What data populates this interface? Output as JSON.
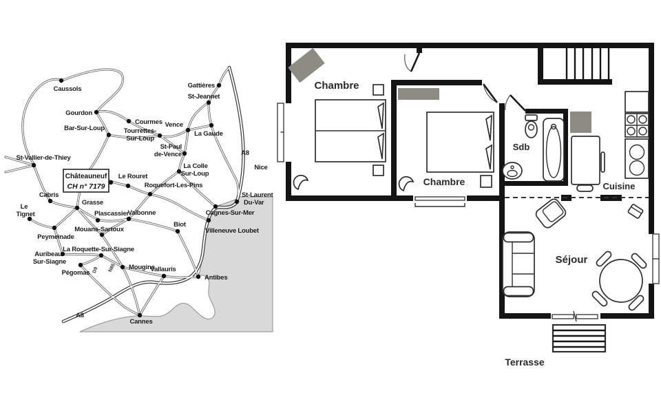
{
  "map": {
    "box": {
      "line1": "Châteauneuf",
      "line2": "CH n° 7179"
    },
    "towns": {
      "caussols": "Caussols",
      "gourdon": "Gourdon",
      "bar_sur_loup": "Bar-Sur-Loup",
      "st_vallier": "St-Vallier-de-Thiey",
      "courmes": "Courmes",
      "tourrettes_1": "Tourrettes-",
      "tourrettes_2": "Sur-Loup",
      "vence": "Vence",
      "gattieres": "Gattières",
      "st_jeannet": "St-Jeannet",
      "la_gaude": "La Gaude",
      "st_paul_1": "St-Paul",
      "st_paul_2": "de-Vence",
      "la_colle_1": "La Colle",
      "la_colle_2": "Sur-Loup",
      "le_rouret": "Le Rouret",
      "roquefort": "Roquefort-Les-Pins",
      "cabris": "Cabris",
      "grasse": "Grasse",
      "le_tignet_1": "Le",
      "le_tignet_2": "Tignet",
      "plascassier": "Plascassier",
      "valbonne": "Valbonne",
      "peymeinade": "Peymeinade",
      "mouans_sartoux": "Mouans-Sartoux",
      "biot": "Biot",
      "cagnes": "Cagnes-Sur-Mer",
      "villeneuve": "Villeneuve Loubet",
      "st_laurent_1": "St-Laurent",
      "st_laurent_2": "Du-Var",
      "nice": "Nice",
      "auribeau_1": "Auribeau",
      "auribeau_2": "Sur-Siagne",
      "la_roquette": "La Roquette-Sur-Siagne",
      "pegomas": "Pégomas",
      "mougins": "Mougins",
      "vallauris": "Vallauris",
      "antibes": "Antibes",
      "cannes": "Cannes"
    },
    "road_labels": {
      "a8_north": "A8",
      "a8_south": "A8",
      "n85": "N85",
      "d9": "D9"
    }
  },
  "floorplan": {
    "rooms": {
      "bedroom1": "Chambre",
      "bedroom2": "Chambre",
      "bathroom": "Sdb",
      "kitchen": "Cuisine",
      "living": "Séjour",
      "terrace": "Terrasse"
    }
  },
  "colors": {
    "wall": "#141414",
    "sea": "#d9d9d9",
    "furniture_gray": "#8c8c85",
    "road_casing": "#5a5a5a",
    "ink": "#1b1b1b"
  }
}
